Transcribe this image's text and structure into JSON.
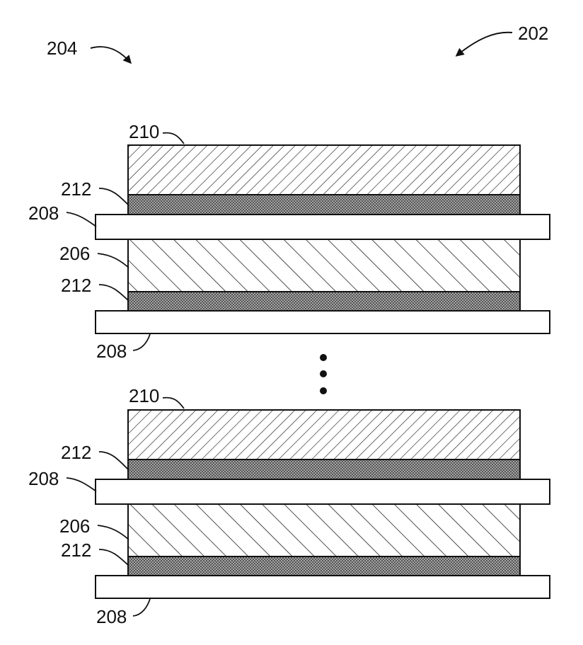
{
  "figure": {
    "refs": {
      "assembly_left": "204",
      "assembly_right": "202"
    },
    "stacks": [
      {
        "layers": {
          "top_layer": "210",
          "interlayer_upper": "212",
          "separator_upper": "208",
          "middle_layer": "206",
          "interlayer_lower": "212",
          "separator_lower": "208"
        }
      },
      {
        "layers": {
          "top_layer": "210",
          "interlayer_upper": "212",
          "separator_upper": "208",
          "middle_layer": "206",
          "interlayer_lower": "212",
          "separator_lower": "208"
        }
      }
    ],
    "continuation": "⋮"
  }
}
